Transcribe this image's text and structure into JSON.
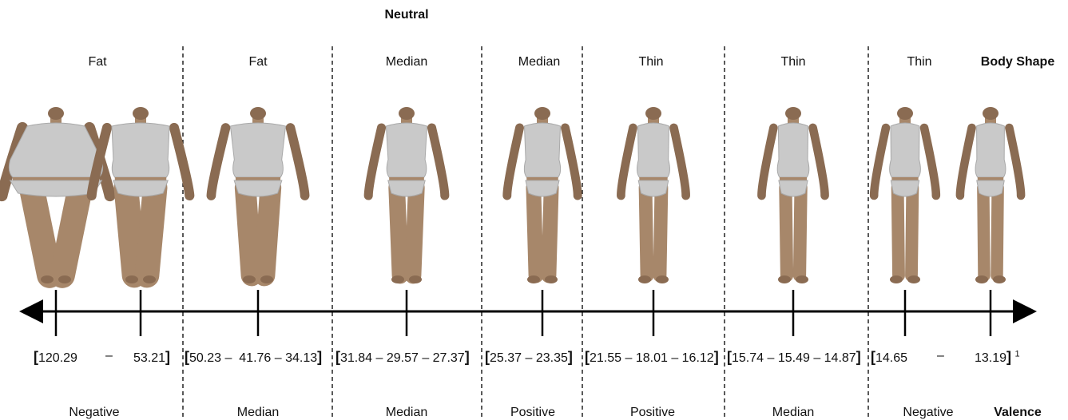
{
  "header": {
    "neutral_label": "Neutral"
  },
  "row_labels": {
    "body_shape": "Body Shape",
    "valence": "Valence"
  },
  "colors": {
    "skin": "#a7876a",
    "skin_dark": "#8a6b52",
    "garment": "#c9c9c9",
    "garment_dark": "#a9a9a9",
    "line": "#000000"
  },
  "groups": [
    {
      "shape": "Fat",
      "valence": "Negative",
      "range": {
        "open": "[",
        "values": [
          "120.29",
          "–",
          "53.21"
        ],
        "close": "]"
      }
    },
    {
      "shape": "Fat",
      "valence": "Median",
      "range": {
        "open": "[",
        "values": [
          "50.23 –",
          "41.76 –",
          "34.13"
        ],
        "close": "]"
      }
    },
    {
      "shape": "Median",
      "valence": "Median",
      "range": {
        "open": "[",
        "values": [
          "31.84 – 29.57 – 27.37"
        ],
        "close": "]"
      }
    },
    {
      "shape": "Median",
      "valence": "Positive",
      "range": {
        "open": "[",
        "values": [
          "25.37 – 23.35"
        ],
        "close": "]"
      }
    },
    {
      "shape": "Thin",
      "valence": "Positive",
      "range": {
        "open": "[",
        "values": [
          "21.55 – 18.01 – 16.12"
        ],
        "close": "]"
      }
    },
    {
      "shape": "Thin",
      "valence": "Median",
      "range": {
        "open": "[",
        "values": [
          "15.74 – 15.49 – 14.87"
        ],
        "close": "]"
      }
    },
    {
      "shape": "Thin",
      "valence": "Negative",
      "range": {
        "open": "[",
        "values": [
          "14.65",
          "–",
          "13.19"
        ],
        "close": "]",
        "footnote": "1"
      }
    }
  ]
}
